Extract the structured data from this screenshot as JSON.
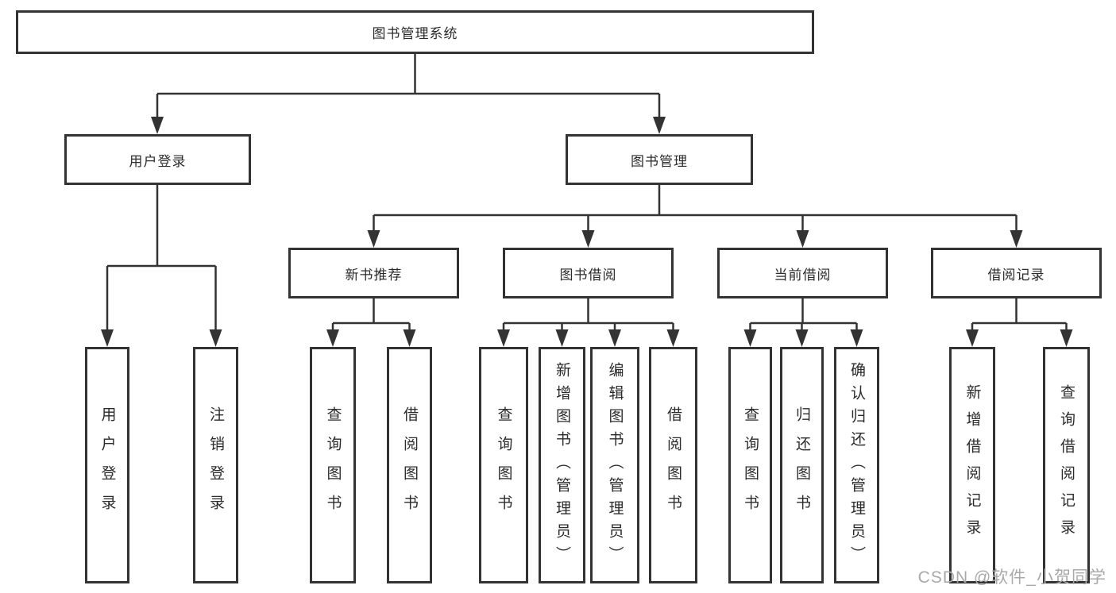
{
  "diagram": {
    "type": "hierarchy",
    "root": {
      "label": "图书管理系统"
    },
    "branches": [
      {
        "label": "用户登录",
        "children": [
          {
            "label": "用户登录"
          },
          {
            "label": "注销登录"
          }
        ]
      },
      {
        "label": "图书管理",
        "children": [
          {
            "label": "新书推荐",
            "children": [
              {
                "label": "查询图书"
              },
              {
                "label": "借阅图书"
              }
            ]
          },
          {
            "label": "图书借阅",
            "children": [
              {
                "label": "查询图书"
              },
              {
                "label": "新增图书（管理员）"
              },
              {
                "label": "编辑图书（管理员）"
              },
              {
                "label": "借阅图书"
              }
            ]
          },
          {
            "label": "当前借阅",
            "children": [
              {
                "label": "查询图书"
              },
              {
                "label": "归还图书"
              },
              {
                "label": "确认归还（管理员）"
              }
            ]
          },
          {
            "label": "借阅记录",
            "children": [
              {
                "label": "新增借阅记录"
              },
              {
                "label": "查询借阅记录"
              }
            ]
          }
        ]
      }
    ]
  },
  "watermark": {
    "text": "CSDN @软件_小贺同学"
  },
  "colors": {
    "line": "#333333",
    "text": "#2b2b2b",
    "watermark": "#a9a9a9",
    "bg": "#ffffff"
  }
}
